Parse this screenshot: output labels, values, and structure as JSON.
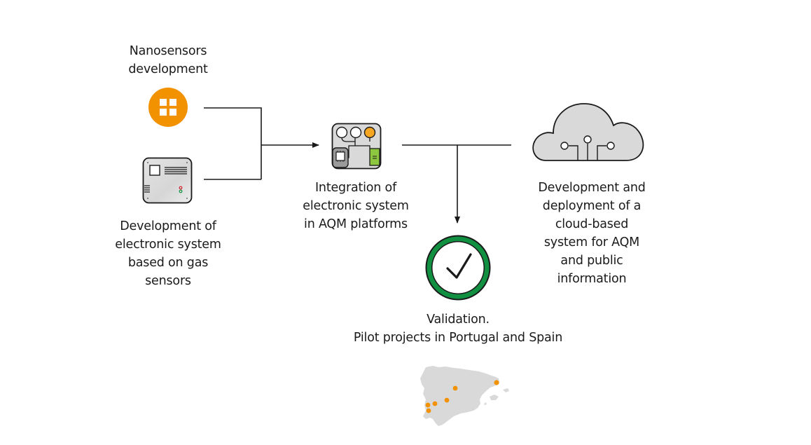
{
  "diagram": {
    "nodes": {
      "nanosensors": {
        "label": "Nanosensors\ndevelopment",
        "icon": "nanosensor-grid-icon",
        "icon_color": "#F39200"
      },
      "electronic_system": {
        "label": "Development of\nelectronic system\nbased on gas\nsensors",
        "icon": "sensor-box-icon"
      },
      "integration": {
        "label": "Integration of\nelectronic system\nin AQM platforms",
        "icon": "circuit-board-icon",
        "icon_accent_colors": [
          "#F5A623",
          "#8DC63F"
        ]
      },
      "cloud": {
        "label": "Development and\ndeployment of a\ncloud-based\nsystem for AQM\nand public\ninformation",
        "icon": "cloud-network-icon"
      },
      "validation": {
        "label": "Validation.\nPilot projects in Portugal and Spain",
        "icon": "checkmark-circle-icon",
        "icon_color": "#109040"
      },
      "map": {
        "icon": "iberian-peninsula-map",
        "marker_color": "#F39200",
        "marker_count": 6
      }
    },
    "edges": [
      {
        "from": "nanosensors",
        "to": "integration"
      },
      {
        "from": "electronic_system",
        "to": "integration"
      },
      {
        "from": "integration",
        "to": "cloud"
      },
      {
        "from": "integration",
        "to": "validation"
      }
    ]
  }
}
